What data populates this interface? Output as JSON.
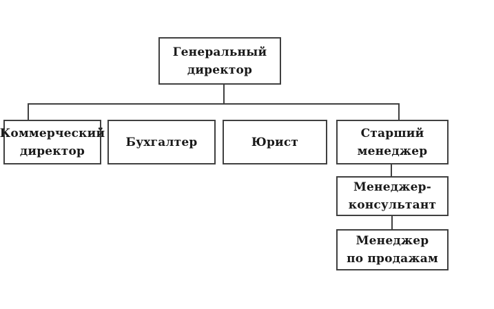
{
  "diagram": {
    "type": "org-chart",
    "language": "ru",
    "nodes": [
      {
        "id": "general-director",
        "label": "Генеральный\nдиректор",
        "parent": null
      },
      {
        "id": "commercial-director",
        "label": "Коммерческий\nдиректор",
        "parent": "general-director"
      },
      {
        "id": "accountant",
        "label": "Бухгалтер",
        "parent": "general-director"
      },
      {
        "id": "lawyer",
        "label": "Юрист",
        "parent": "general-director"
      },
      {
        "id": "senior-manager",
        "label": "Старший\nменеджер",
        "parent": "general-director"
      },
      {
        "id": "manager-consultant",
        "label": "Менеджер-\nконсультант",
        "parent": "senior-manager"
      },
      {
        "id": "sales-manager",
        "label": "Менеджер\nпо продажам",
        "parent": "manager-consultant"
      }
    ],
    "colors": {
      "line": "#3f3f3f",
      "box_border": "#3f3f3f",
      "box_background": "#ffffff",
      "text": "#1a1a1a",
      "page_background": "#ffffff"
    }
  }
}
